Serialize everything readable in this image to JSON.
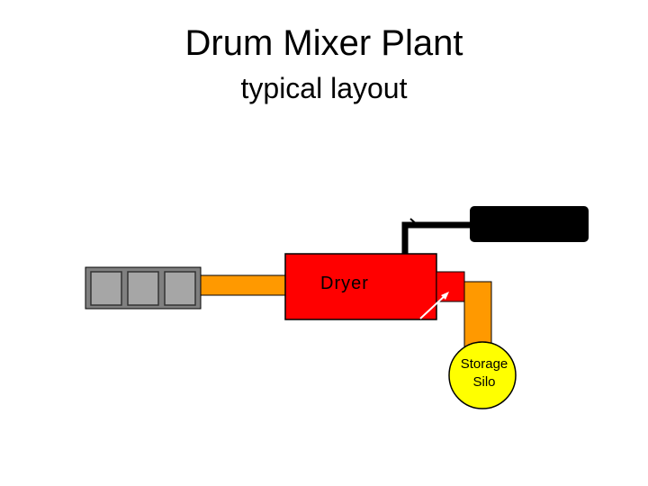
{
  "title": "Drum Mixer Plant",
  "subtitle": "typical layout",
  "diagram": {
    "dryer_label": "Dryer",
    "silo_label_line1": "Storage",
    "silo_label_line2": "Silo"
  },
  "colors": {
    "background": "#ffffff",
    "cold_feed_bins": "#808080",
    "conveyor": "#ff9900",
    "dryer": "#ff0000",
    "silo": "#ffff00",
    "baghouse": "#000000",
    "outline": "#000000"
  },
  "icons": {
    "cold_feed_bins": "bin-icon",
    "conveyor": "conveyor-icon",
    "dryer": "drum-dryer-icon",
    "baghouse": "baghouse-icon",
    "silo": "storage-silo-icon"
  }
}
